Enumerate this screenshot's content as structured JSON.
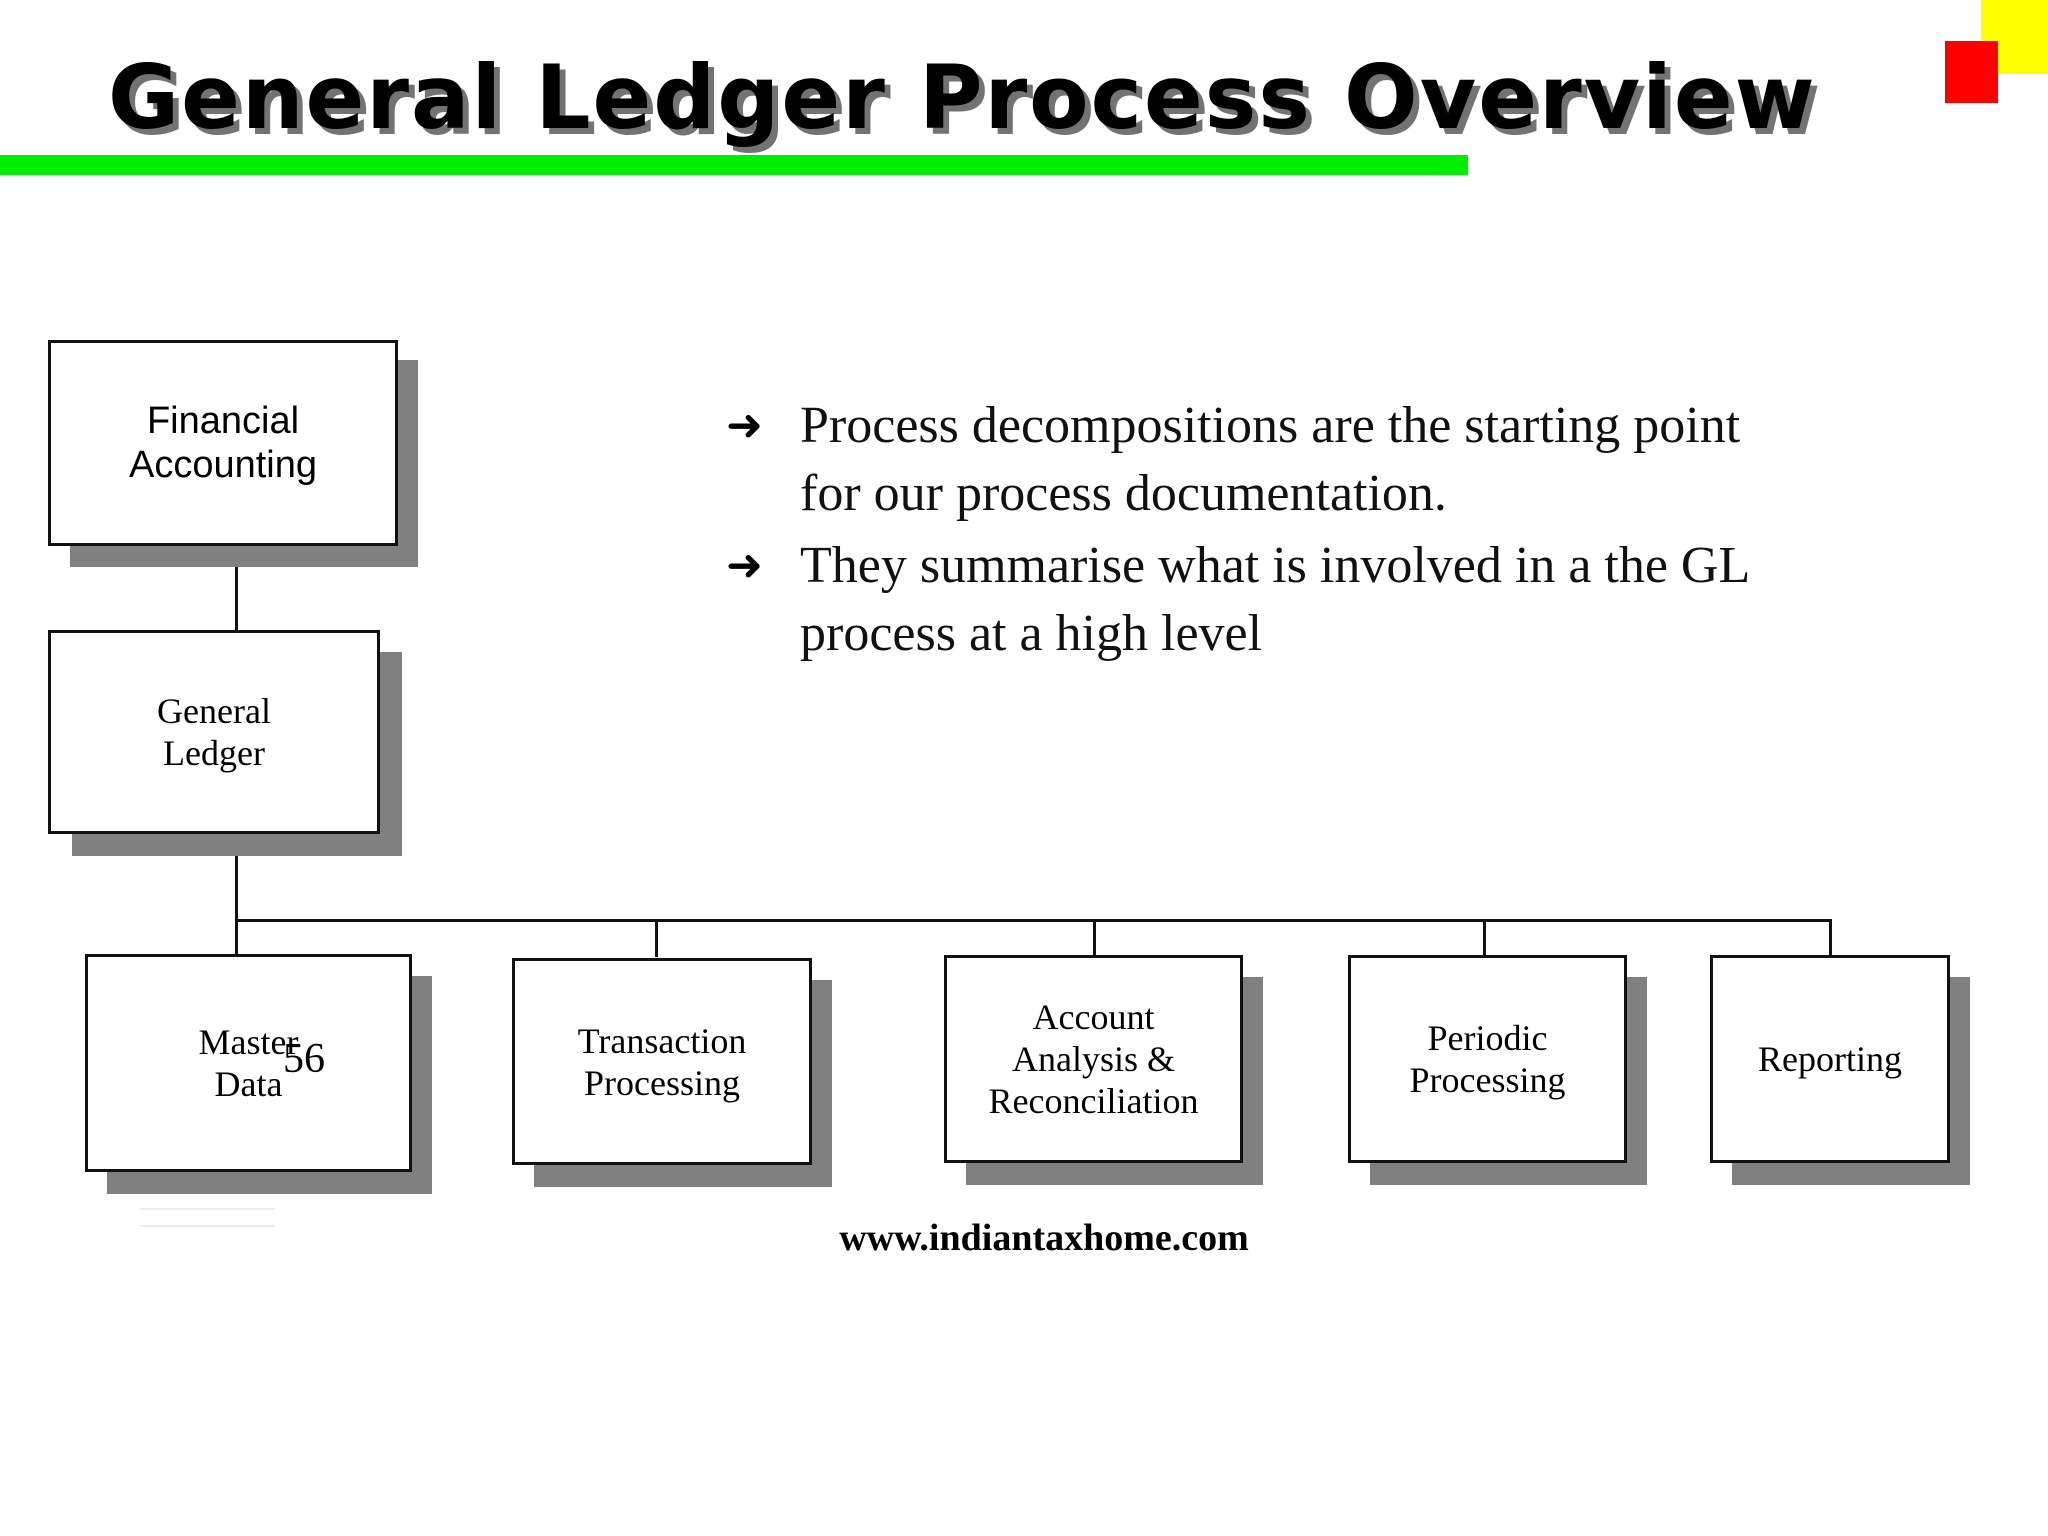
{
  "slide": {
    "title": "General Ledger Process Overview",
    "footer_url": "www.indiantaxhome.com",
    "accent_rule_color": "#00ee00",
    "corner_square_yellow": "#ffff00",
    "corner_square_red": "#ff0000",
    "box_shadow_color": "#808080",
    "box_border_color": "#111111"
  },
  "bullets": [
    {
      "marker": "➜",
      "text": "Process decompositions are the starting point for our process documentation."
    },
    {
      "marker": "➜",
      "text": "They summarise what is involved in a the GL process at a high level"
    }
  ],
  "diagram": {
    "root": {
      "label": "Financial\nAccounting"
    },
    "level2": {
      "label": "General\nLedger"
    },
    "stray_number": "56",
    "leaves": [
      {
        "label": "Master\nData"
      },
      {
        "label": "Transaction\nProcessing"
      },
      {
        "label": "Account\nAnalysis &\nReconciliation"
      },
      {
        "label": "Periodic\nProcessing"
      },
      {
        "label": "Reporting"
      }
    ]
  }
}
